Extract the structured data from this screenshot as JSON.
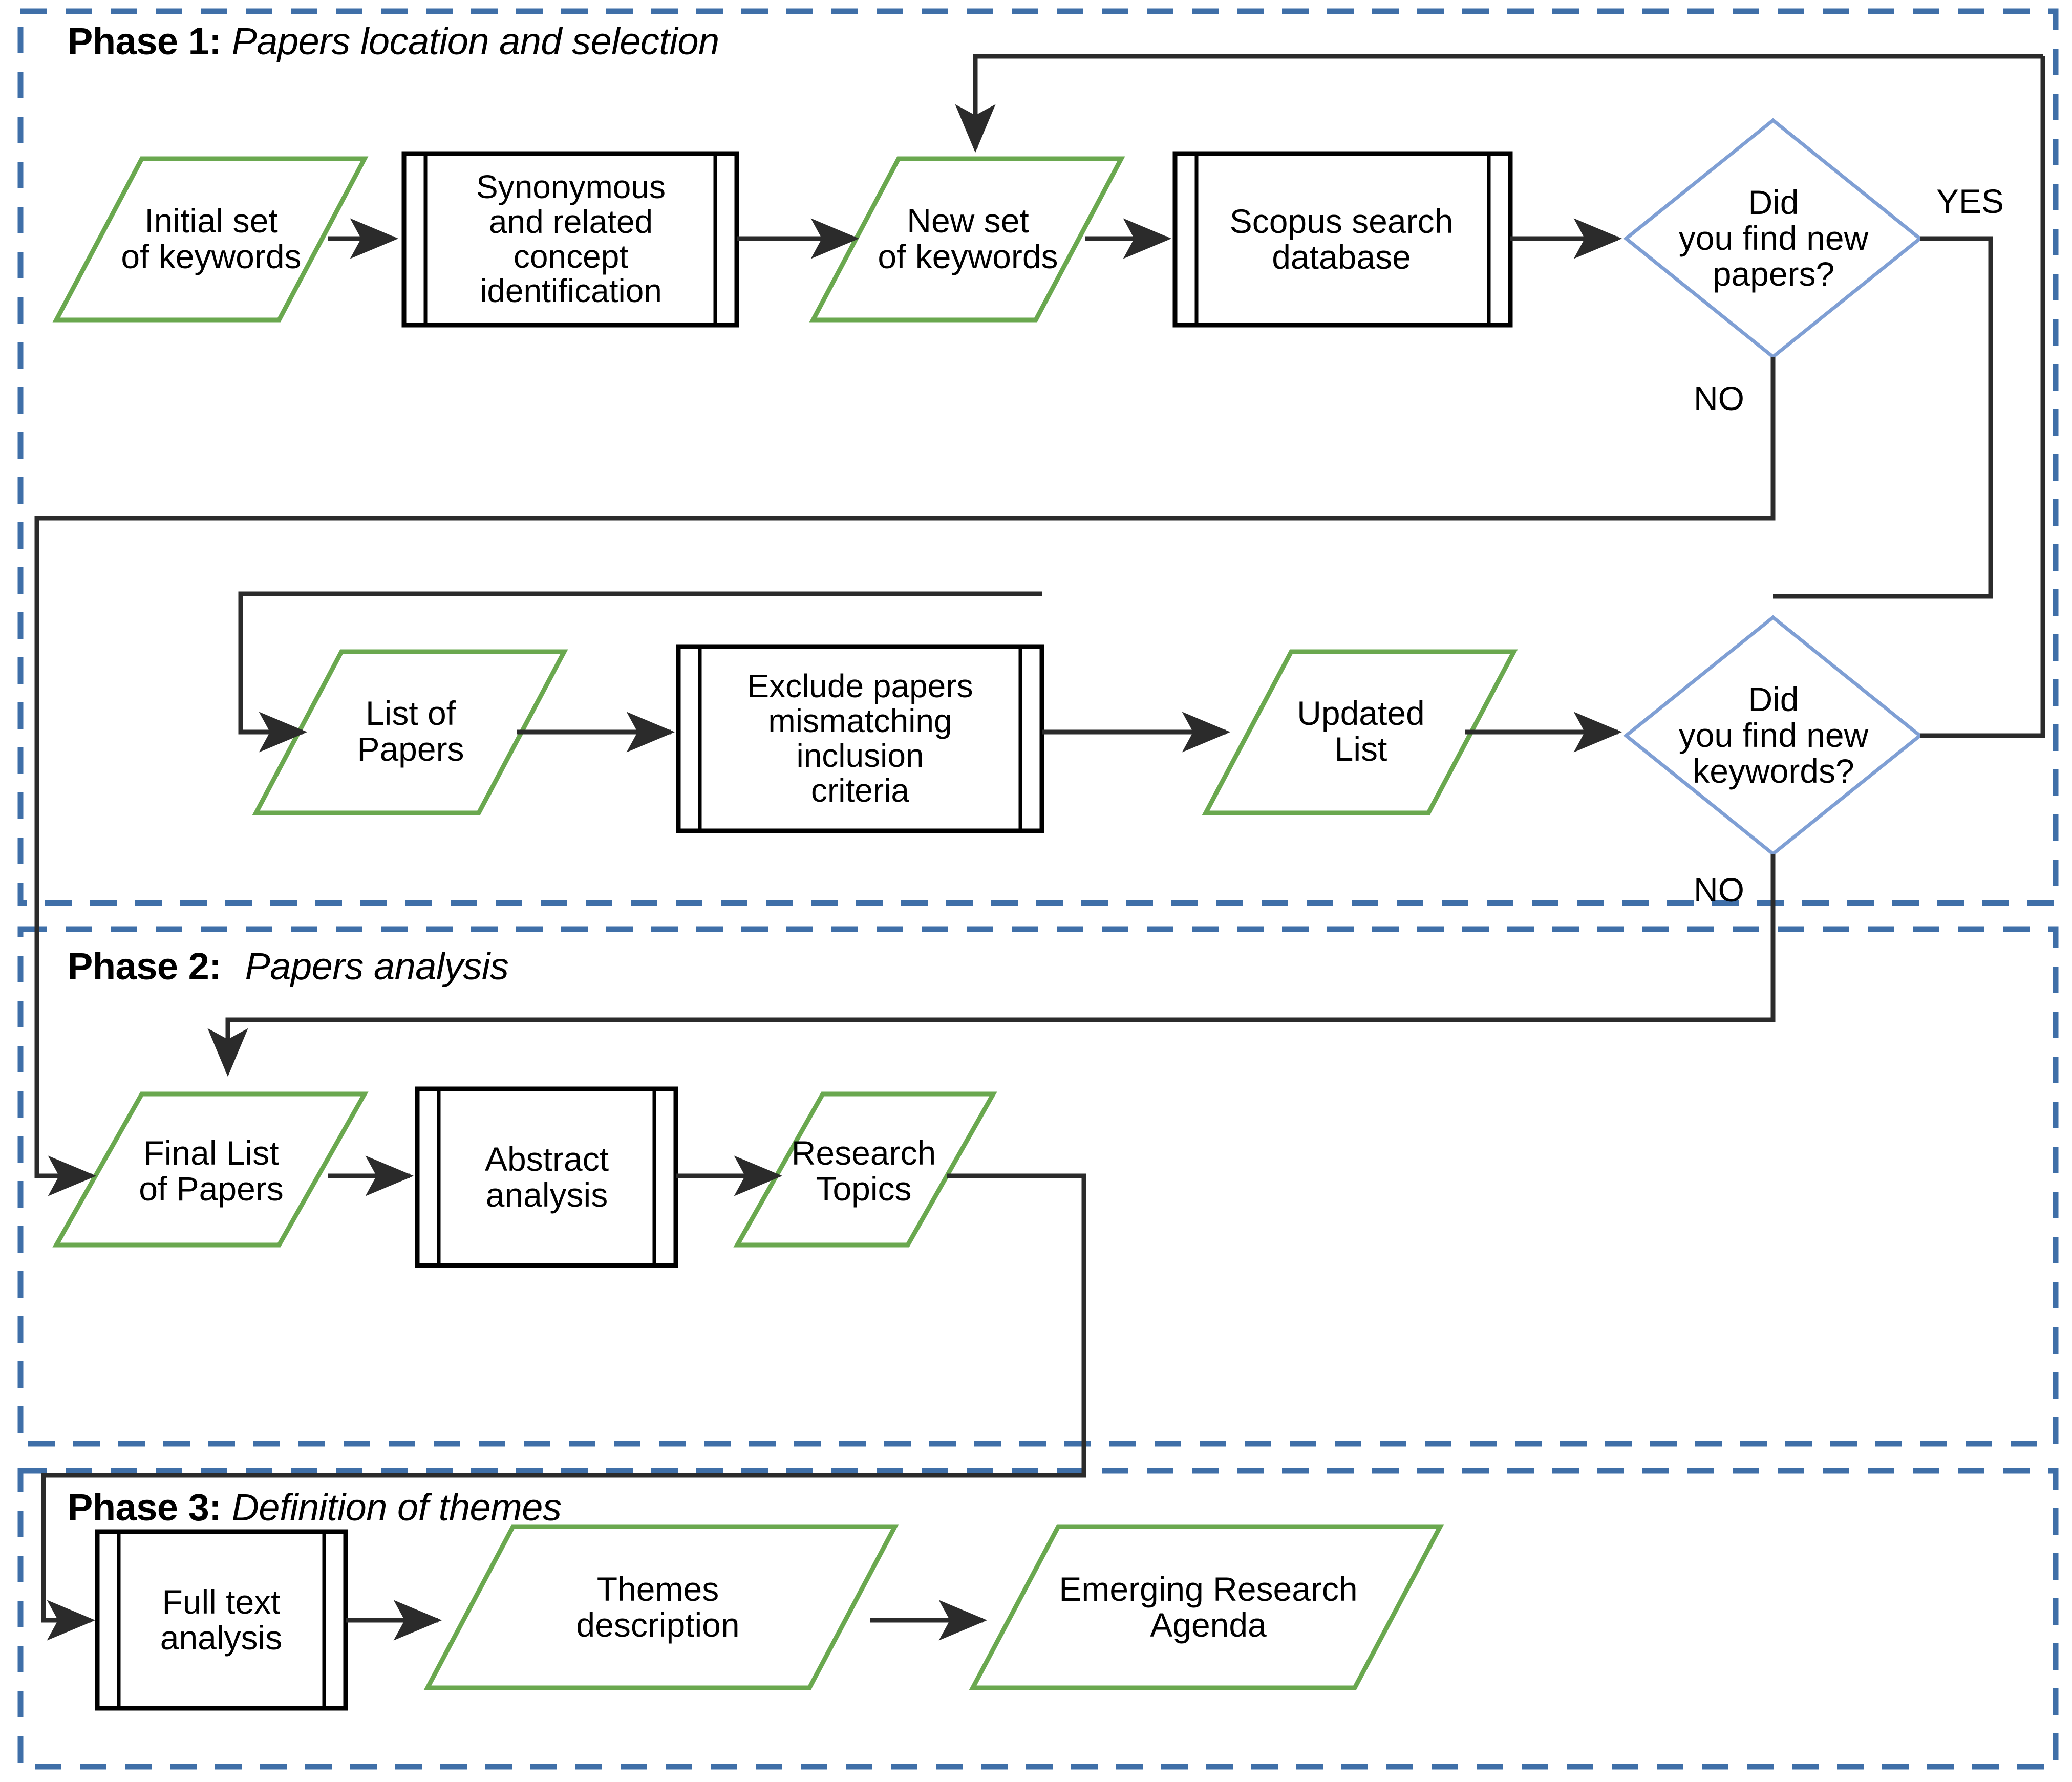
{
  "diagram": {
    "title": "Systematic literature review methodology flowchart",
    "colors": {
      "phase_boundary": "#3f6fa8",
      "data_shape_stroke": "#6aa84f",
      "process_shape_stroke": "#000000",
      "decision_shape_stroke": "#7f9fd4",
      "connector": "#000000",
      "background": "#ffffff"
    }
  },
  "phases": [
    {
      "id": "phase1",
      "number": "Phase 1:",
      "name": "Papers location and selection"
    },
    {
      "id": "phase2",
      "number": "Phase 2:",
      "name": "Papers analysis"
    },
    {
      "id": "phase3",
      "number": "Phase 3:",
      "name": "Definition of themes"
    }
  ],
  "nodes": [
    {
      "id": "initial-keywords",
      "label": "Initial set\nof keywords",
      "shape": "data",
      "phase": "phase1"
    },
    {
      "id": "synonymous",
      "label": "Synonymous\nand related\nconcept\nidentification",
      "shape": "process",
      "phase": "phase1"
    },
    {
      "id": "new-keywords",
      "label": "New set\nof keywords",
      "shape": "data",
      "phase": "phase1"
    },
    {
      "id": "scopus-search",
      "label": "Scopus search\ndatabase",
      "shape": "process",
      "phase": "phase1"
    },
    {
      "id": "decision-papers",
      "label": "Did\nyou find new\npapers?",
      "shape": "decision",
      "phase": "phase1"
    },
    {
      "id": "list-of-papers",
      "label": "List of\nPapers",
      "shape": "data",
      "phase": "phase1"
    },
    {
      "id": "exclude-papers",
      "label": "Exclude papers\nmismatching\ninclusion\ncriteria",
      "shape": "process",
      "phase": "phase1"
    },
    {
      "id": "updated-list",
      "label": "Updated\nList",
      "shape": "data",
      "phase": "phase1"
    },
    {
      "id": "decision-keywords",
      "label": "Did\nyou find new\nkeywords?",
      "shape": "decision",
      "phase": "phase1"
    },
    {
      "id": "final-list",
      "label": "Final List\nof Papers",
      "shape": "data",
      "phase": "phase2"
    },
    {
      "id": "abstract-analysis",
      "label": "Abstract\nanalysis",
      "shape": "process",
      "phase": "phase2"
    },
    {
      "id": "research-topics",
      "label": "Research\nTopics",
      "shape": "data",
      "phase": "phase2"
    },
    {
      "id": "full-text-analysis",
      "label": "Full text\nanalysis",
      "shape": "process",
      "phase": "phase3"
    },
    {
      "id": "themes-description",
      "label": "Themes\ndescription",
      "shape": "data",
      "phase": "phase3"
    },
    {
      "id": "emerging-agenda",
      "label": "Emerging  Research\nAgenda",
      "shape": "data",
      "phase": "phase3"
    }
  ],
  "edge_labels": [
    {
      "id": "papers-yes",
      "text": "YES",
      "from": "decision-papers"
    },
    {
      "id": "papers-no",
      "text": "NO",
      "from": "decision-papers"
    },
    {
      "id": "keywords-no",
      "text": "NO",
      "from": "decision-keywords"
    }
  ],
  "edges": [
    {
      "from": "initial-keywords",
      "to": "synonymous"
    },
    {
      "from": "synonymous",
      "to": "new-keywords"
    },
    {
      "from": "new-keywords",
      "to": "scopus-search"
    },
    {
      "from": "scopus-search",
      "to": "decision-papers"
    },
    {
      "from": "decision-papers",
      "to": "list-of-papers",
      "label": "NO"
    },
    {
      "from": "decision-papers",
      "to": "decision-keywords",
      "label": "YES"
    },
    {
      "from": "list-of-papers",
      "to": "exclude-papers"
    },
    {
      "from": "exclude-papers",
      "to": "updated-list"
    },
    {
      "from": "updated-list",
      "to": "decision-keywords"
    },
    {
      "from": "decision-keywords",
      "to": "new-keywords",
      "label": "YES"
    },
    {
      "from": "decision-keywords",
      "to": "final-list",
      "label": "NO"
    },
    {
      "from": "final-list",
      "to": "abstract-analysis"
    },
    {
      "from": "abstract-analysis",
      "to": "research-topics"
    },
    {
      "from": "research-topics",
      "to": "full-text-analysis"
    },
    {
      "from": "full-text-analysis",
      "to": "themes-description"
    },
    {
      "from": "themes-description",
      "to": "emerging-agenda"
    }
  ]
}
